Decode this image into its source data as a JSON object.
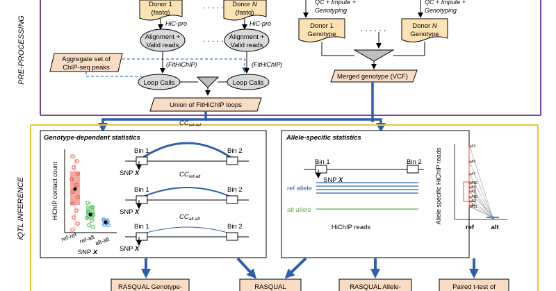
{
  "section_labels": {
    "preprocessing": "PRE-PROCESSING",
    "iqtl_inference": "iQTL INFERENCE"
  },
  "preprocessing": {
    "dots": ". . . . . .",
    "dots2": ". . . . . .",
    "donor1_fastq": {
      "line1": "Donor 1",
      "line2": "(fastq)"
    },
    "donorN_fastq": {
      "line1_pre": "Donor ",
      "line1_it": "N",
      "line2": "(fastq)"
    },
    "hicpro_1": "HiC-pro",
    "hicpro_n": "HiC-pro",
    "align_1": {
      "line1": "Alignment +",
      "line2": "Valid reads"
    },
    "align_n": {
      "line1": "Alignment +",
      "line2": "Valid reads"
    },
    "fithichip_1": "(FitHiChIP)",
    "fithichip_n": "(FitHiChIP)",
    "chipseq": {
      "line1": "Aggregate set of",
      "line2": "ChIP-seq peaks"
    },
    "loop_calls_1": "Loop Calls",
    "loop_calls_n": "Loop Calls",
    "union": "Union of FitHiChIP loops",
    "qc_1": {
      "line1": "QC + Impute +",
      "line2": "Genotyping"
    },
    "qc_n": {
      "line1": "QC + Impute +",
      "line2": "Genotyping"
    },
    "geno_1": {
      "line1": "Donor 1",
      "line2": "Genotype"
    },
    "geno_n": {
      "line1_pre": "Donor ",
      "line1_it": "N",
      "line2": "Genotype"
    },
    "merged": "Merged genotype (VCF)"
  },
  "genotype_panel": {
    "title": "Genotype-dependent statistics",
    "ylabel": "HiChIP contact count",
    "categories": [
      "ref-ref",
      "ref-alt",
      "alt-alt"
    ],
    "xlabel_pre": "SNP ",
    "xlabel_it": "X",
    "bin1": "Bin 1",
    "bin2": "Bin 2",
    "snp_pre": "SNP ",
    "snp_it": "X",
    "cc_base": "CC",
    "cc_subs": [
      "ref-ref",
      "ref-alt",
      "alt-alt"
    ]
  },
  "allele_panel": {
    "title": "Allele-specific statistics",
    "bin1": "Bin 1",
    "bin2": "Bin 2",
    "snp_pre": "SNP ",
    "snp_it": "X",
    "ref_allele": "ref allele",
    "alt_allele": "alt allele",
    "hichip_reads": "HiChIP reads",
    "ylabel": "Allele specific HiChIP reads",
    "categories": [
      "ref",
      "alt"
    ],
    "point_labels": [
      "A3",
      "A9",
      "A7",
      "A12",
      "A5",
      "A1",
      "A10",
      "A2",
      "A4",
      "A11"
    ]
  },
  "bottom_boxes": {
    "b1": "RASQUAL Genotype-",
    "b2": "RASQUAL",
    "b3": "RASQUAL Allele-",
    "b4": "Paired t-test of"
  },
  "colors": {
    "purple_border": "#7a3fa0",
    "gold_border": "#f1c232",
    "peach": "#f9dcc4",
    "tan": "#fde2b4",
    "blue_arrow": "#2e5fad",
    "red_box": "#f4a8a0",
    "red_point": "#e24c3a",
    "green_point": "#2db14a",
    "blue_point": "#3c7fd8"
  }
}
